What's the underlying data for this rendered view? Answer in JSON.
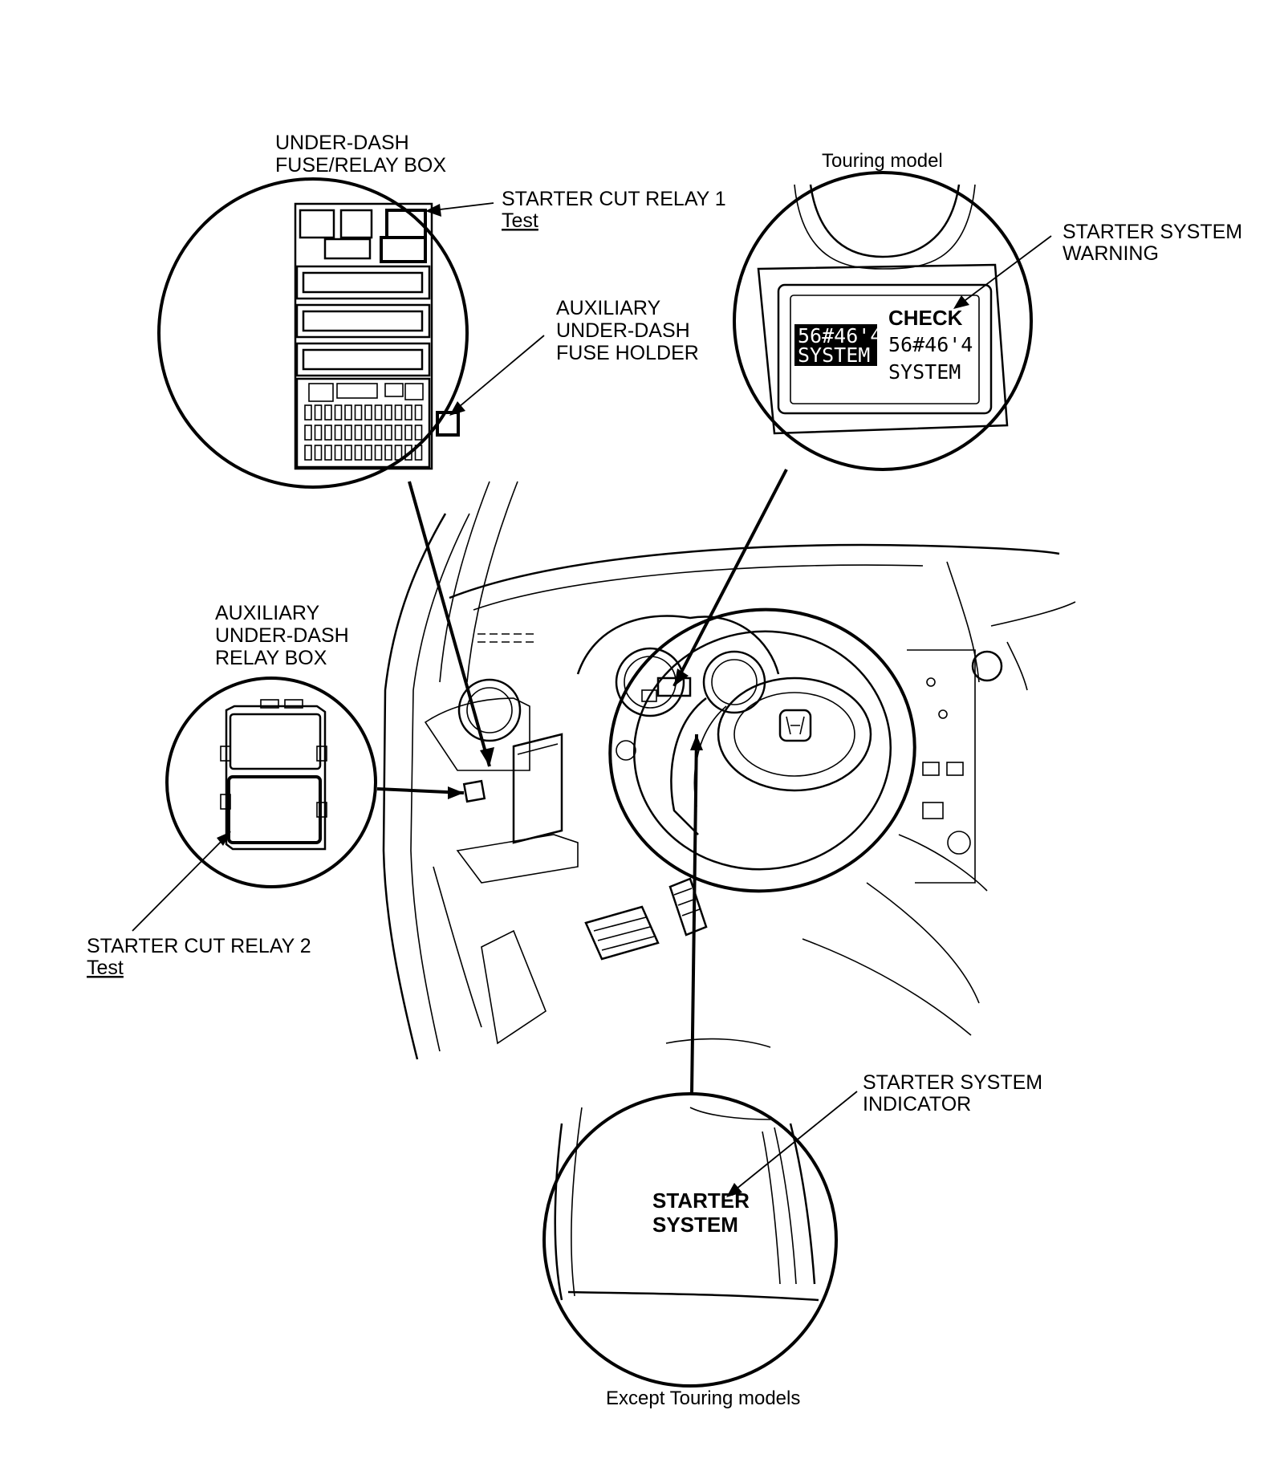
{
  "labels": {
    "under_dash_box": [
      "UNDER-DASH",
      "FUSE/RELAY BOX"
    ],
    "starter_cut_relay_1": "STARTER CUT RELAY 1",
    "test_1": "Test",
    "aux_fuse_holder": [
      "AUXILIARY",
      "UNDER-DASH",
      "FUSE HOLDER"
    ],
    "touring_model": "Touring model",
    "starter_system_warning": [
      "STARTER SYSTEM",
      "WARNING"
    ],
    "aux_relay_box": [
      "AUXILIARY",
      "UNDER-DASH",
      "RELAY BOX"
    ],
    "starter_cut_relay_2": "STARTER CUT RELAY 2",
    "test_2": "Test",
    "starter_system_indicator": [
      "STARTER SYSTEM",
      "INDICATOR"
    ],
    "except_touring": "Except Touring models"
  },
  "display": {
    "inverse_line1": "56#46'4",
    "inverse_line2": "SYSTEM",
    "check": "CHECK",
    "line2": "56#46'4",
    "line3": "SYSTEM"
  },
  "indicator": [
    "STARTER",
    "SYSTEM"
  ]
}
